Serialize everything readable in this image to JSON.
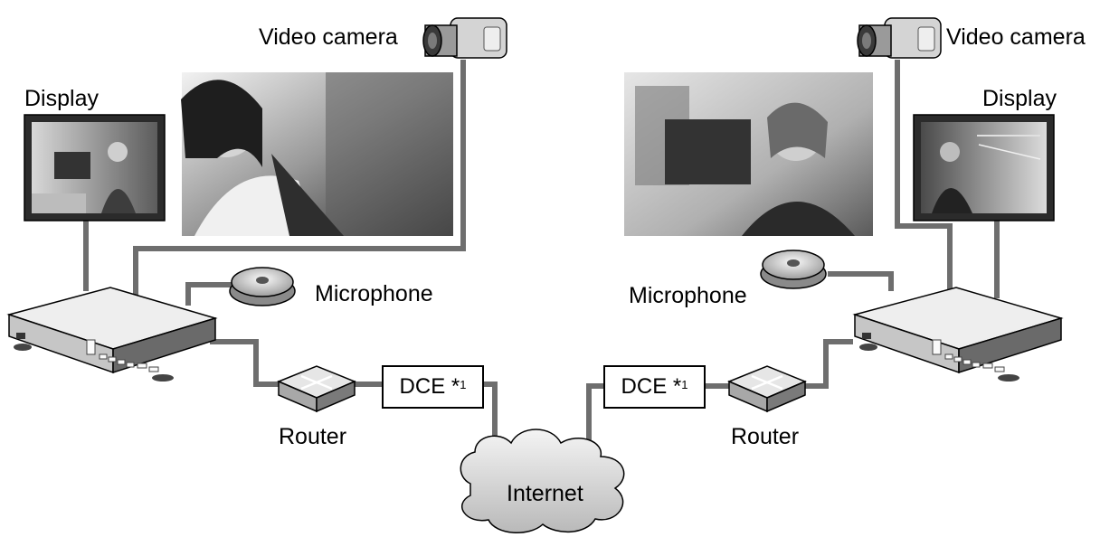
{
  "labels": {
    "left_display": "Display",
    "left_camera": "Video camera",
    "left_microphone": "Microphone",
    "left_router": "Router",
    "left_dce_text": "DCE *",
    "left_dce_sup": "1",
    "right_display": "Display",
    "right_camera": "Video camera",
    "right_microphone": "Microphone",
    "right_router": "Router",
    "right_dce_text": "DCE *",
    "right_dce_sup": "1",
    "internet": "Internet"
  },
  "colors": {
    "cable": "#6e6e6e",
    "device_light": "#e8e8e8",
    "device_mid": "#bdbdbd",
    "device_dark": "#6a6a6a",
    "outline": "#000000"
  }
}
